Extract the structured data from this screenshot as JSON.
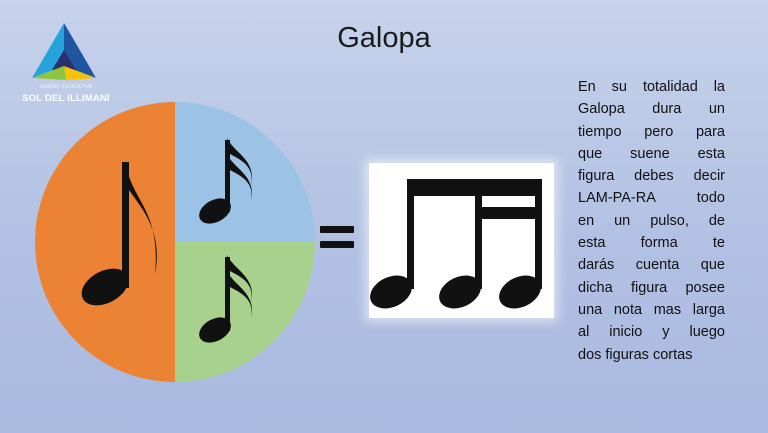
{
  "slide": {
    "title": "Galopa",
    "logo": {
      "tagline": "UNIDAD EDUCATIVA",
      "name": "SOL DEL ILLIMANI",
      "colors": [
        "#27a3db",
        "#1e56a0",
        "#2b2f6b",
        "#8cc63f",
        "#f5c400"
      ]
    },
    "pie": {
      "segments": [
        {
          "fraction": 0.5,
          "color": "#ec8234",
          "note": "eighth-note"
        },
        {
          "fraction": 0.25,
          "color": "#9cc3e6",
          "note": "sixteenth-note"
        },
        {
          "fraction": 0.25,
          "color": "#a9d18e",
          "note": "sixteenth-note"
        }
      ]
    },
    "equals_symbol": "equals-sign",
    "rhythm_figure": "galopa-eighth-two-sixteenths",
    "description_lines": [
      "En su totalidad la",
      "Galopa dura un",
      "tiempo pero para",
      "que suene esta",
      "figura debes decir",
      "LAM-PA-RA todo",
      "en un pulso, de",
      "esta forma te",
      "darás cuenta que",
      "dicha figura posee",
      "una nota mas larga",
      "al inicio y luego",
      "dos figuras cortas"
    ]
  }
}
